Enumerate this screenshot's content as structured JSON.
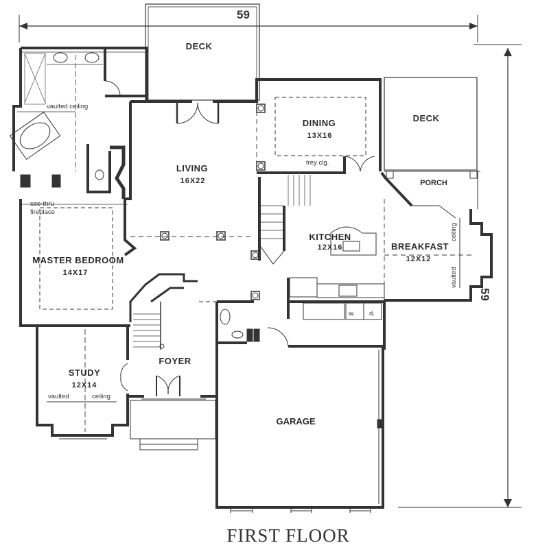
{
  "title": "FIRST FLOOR",
  "dimensions": {
    "width": "59",
    "depth": "59"
  },
  "rooms": {
    "deck_top": {
      "name": "DECK"
    },
    "deck_right": {
      "name": "DECK"
    },
    "porch": {
      "name": "PORCH"
    },
    "dining": {
      "name": "DINING",
      "size": "13X16",
      "note": "trey clg."
    },
    "living": {
      "name": "LIVING",
      "size": "16X22"
    },
    "kitchen": {
      "name": "KITCHEN",
      "size": "12X16"
    },
    "breakfast": {
      "name": "BREAKFAST",
      "size": "12X12",
      "note_top": "ceiling",
      "note_bottom": "vaulted"
    },
    "master_bedroom": {
      "name": "MASTER BEDROOM",
      "size": "14X17"
    },
    "master_bath": {
      "note": "vaulted ceiling"
    },
    "fireplace": {
      "note_line1": "see-thru",
      "note_line2": "fireplace"
    },
    "study": {
      "name": "STUDY",
      "size": "12X14",
      "note_left": "vaulted",
      "note_right": "ceiling"
    },
    "foyer": {
      "name": "FOYER"
    },
    "garage": {
      "name": "GARAGE"
    },
    "laundry": {
      "washer": "w.",
      "dryer": "d."
    }
  }
}
